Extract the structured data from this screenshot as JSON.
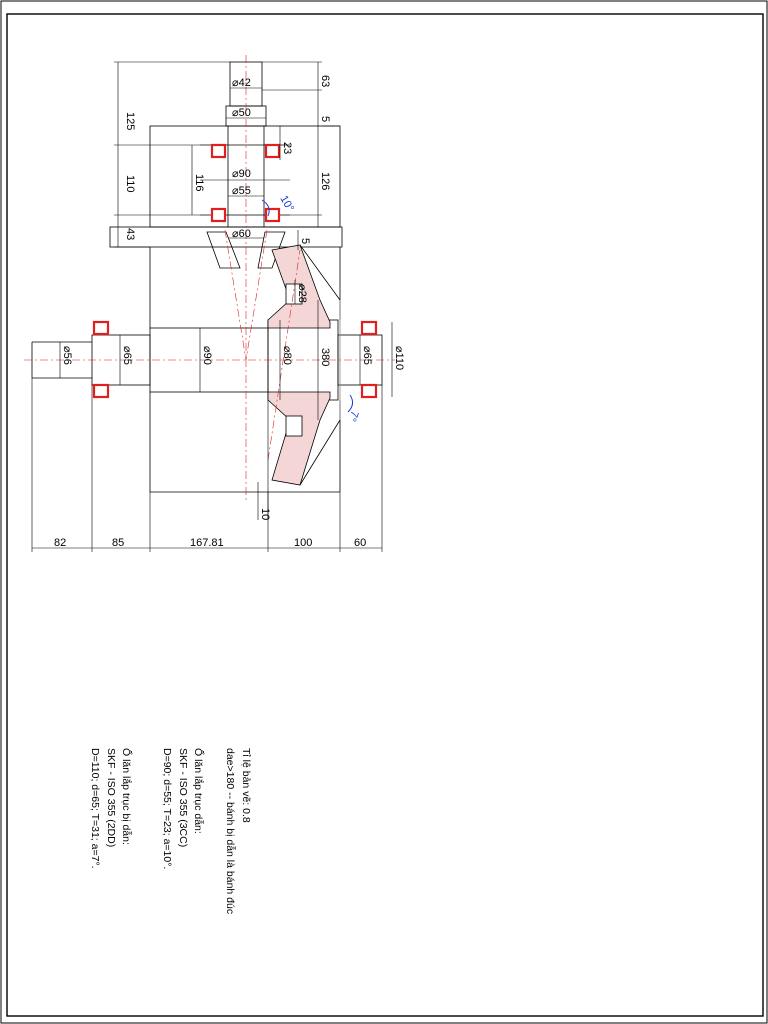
{
  "dimensions": {
    "bottom_lengths": [
      "82",
      "85",
      "167.81",
      "100",
      "60"
    ],
    "left_lengths": [
      "125",
      "110",
      "43"
    ],
    "right_lengths": [
      "63",
      "5",
      "126",
      "5",
      "10"
    ],
    "pinion_diameters": [
      "⌀42",
      "⌀50",
      "⌀90",
      "⌀55",
      "⌀60"
    ],
    "bearing_width": "23",
    "bearing_housing": "116",
    "hub_diameter": "⌀28",
    "gear_diameter": "380",
    "shaft_diameters": [
      "⌀56",
      "⌀65",
      "⌀90",
      "⌀80",
      "⌀65",
      "⌀110"
    ],
    "angle_pinion": "10°",
    "angle_shaft": "7°"
  },
  "notes": {
    "scale": "Tỉ lệ bản vẽ: 0.8",
    "dae": "dae>180 -- bánh bị dẫn là bánh đúc",
    "driving_bearing_title": "Ổ lăn lắp trục dẫn:",
    "driving_bearing_model": "SKF - ISO 355 (3CC)",
    "driving_bearing_spec": "D=90; d=55; T=23; a=10°.",
    "driven_bearing_title": "Ổ lăn lắp trục bị dẫn:",
    "driven_bearing_model": "SKF - ISO 355 (2DD)",
    "driven_bearing_spec": "D=110; d=65; T=31; a=7°."
  },
  "colors": {
    "line": "#000000",
    "bearing": "#e02020",
    "centerline": "#e02020",
    "hatch": "#d06060",
    "angle": "#1f3fd0"
  }
}
